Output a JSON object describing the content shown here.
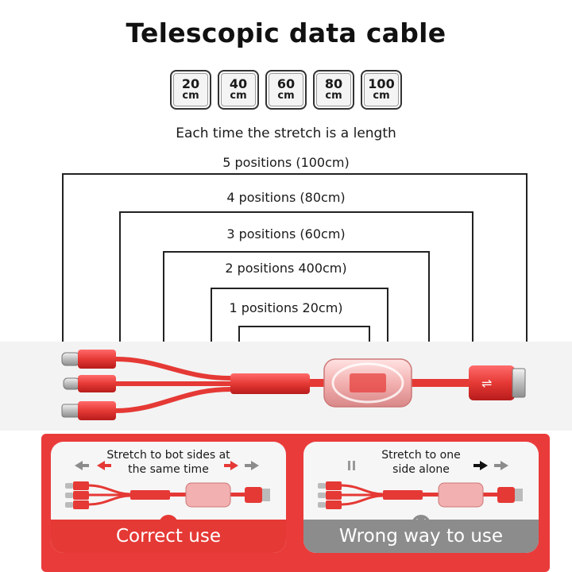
{
  "title": "Telescopic data cable",
  "chips": [
    {
      "num": "20",
      "unit": "cm"
    },
    {
      "num": "40",
      "unit": "cm"
    },
    {
      "num": "60",
      "unit": "cm"
    },
    {
      "num": "80",
      "unit": "cm"
    },
    {
      "num": "100",
      "unit": "cm"
    }
  ],
  "subtitle": "Each time the stretch is a length",
  "positions": [
    {
      "label": "5 positions",
      "length": "(100cm)"
    },
    {
      "label": "4 positions",
      "length": "(80cm)"
    },
    {
      "label": "3 positions",
      "length": "(60cm)"
    },
    {
      "label": "2 positions",
      "length": "400cm)"
    },
    {
      "label": "1 positions",
      "length": "20cm)"
    }
  ],
  "correct": {
    "line1": "Stretch to bot sides at",
    "line2": "the same time",
    "caption": "Correct use"
  },
  "wrong": {
    "line1": "Stretch to one",
    "line2": "side alone",
    "caption": "Wrong way to use"
  },
  "colors": {
    "red": "#e53935",
    "panel_red": "#ea3b3b",
    "gray": "#8c8c8c"
  }
}
